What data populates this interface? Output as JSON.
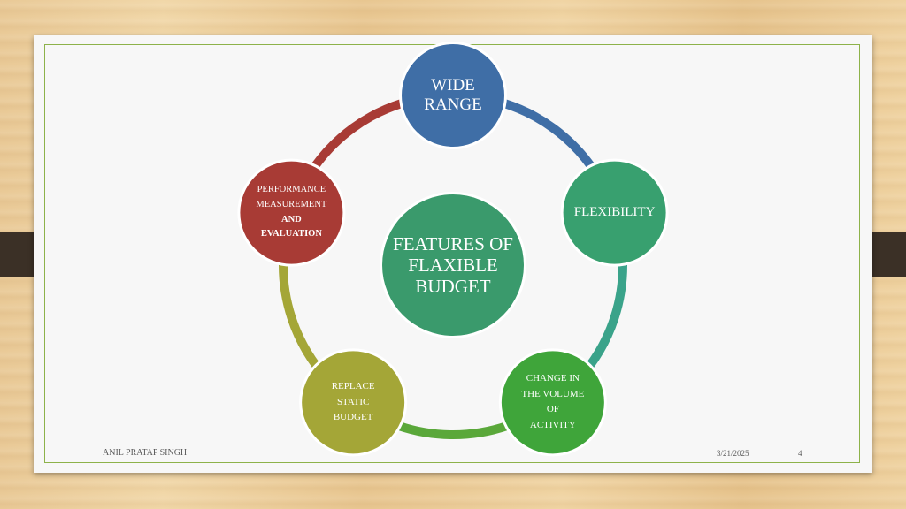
{
  "diagram": {
    "center": {
      "lines": [
        "FEATURES OF",
        "FLAXIBLE",
        "BUDGET"
      ],
      "color": "#3a9a6c"
    },
    "nodes": [
      {
        "id": "wide-range",
        "lines": [
          "WIDE",
          "RANGE"
        ],
        "color": "#3f6ea6"
      },
      {
        "id": "flexibility",
        "lines": [
          "FLEXIBILITY"
        ],
        "color": "#38a06f"
      },
      {
        "id": "change-in-volume",
        "lines": [
          "CHANGE IN",
          "THE VOLUME",
          "OF",
          "ACTIVITY"
        ],
        "color": "#3fa53a"
      },
      {
        "id": "replace-static-budget",
        "lines": [
          "REPLACE",
          "STATIC",
          "BUDGET"
        ],
        "color": "#a4a637"
      },
      {
        "id": "performance-measurement",
        "lines": [
          "PERFORMANCE",
          "MEASUREMENT",
          "AND",
          "EVALUATION"
        ],
        "color": "#a83b35"
      }
    ],
    "connectors": [
      {
        "from": "wide-range",
        "to": "flexibility",
        "color": "#3f6ea6"
      },
      {
        "from": "flexibility",
        "to": "change-in-volume",
        "color": "#3aa38a"
      },
      {
        "from": "change-in-volume",
        "to": "replace-static-budget",
        "color": "#5aa83a"
      },
      {
        "from": "replace-static-budget",
        "to": "performance-measurement",
        "color": "#a4a637"
      },
      {
        "from": "performance-measurement",
        "to": "wide-range",
        "color": "#a83b35"
      }
    ]
  },
  "footer": {
    "author": "ANIL PRATAP SINGH",
    "date": "3/21/2025",
    "page": "4"
  }
}
